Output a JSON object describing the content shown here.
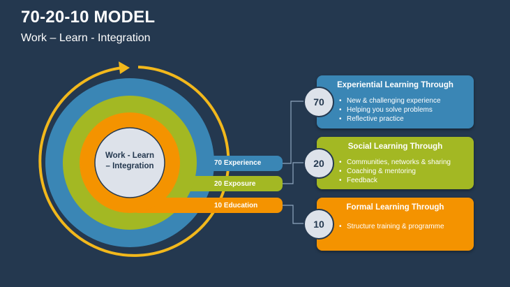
{
  "header": {
    "title": "70-20-10 MODEL",
    "subtitle": "Work – Learn - Integration"
  },
  "center": {
    "line1": "Work - Learn",
    "line2": "– Integration"
  },
  "bands": [
    {
      "label": "70 Experience",
      "color": "#3a86b5"
    },
    {
      "label": "20 Exposure",
      "color": "#a3b823"
    },
    {
      "label": "10 Education",
      "color": "#f49300"
    }
  ],
  "cards": [
    {
      "badge": "70",
      "title": "Experiential Learning Through",
      "color": "#3a86b5",
      "items": [
        "New & challenging experience",
        "Helping you solve problems",
        "Reflective practice"
      ]
    },
    {
      "badge": "20",
      "title": "Social Learning Through",
      "color": "#a3b823",
      "items": [
        "Communities, networks & sharing",
        "Coaching & mentoring",
        "Feedback"
      ]
    },
    {
      "badge": "10",
      "title": "Formal Learning Through",
      "color": "#f49300",
      "items": [
        "Structure training & programme"
      ]
    }
  ],
  "colors": {
    "background": "#24384f",
    "cycle_arrow": "#f2b81c",
    "center_circle": "#dde2ea"
  }
}
